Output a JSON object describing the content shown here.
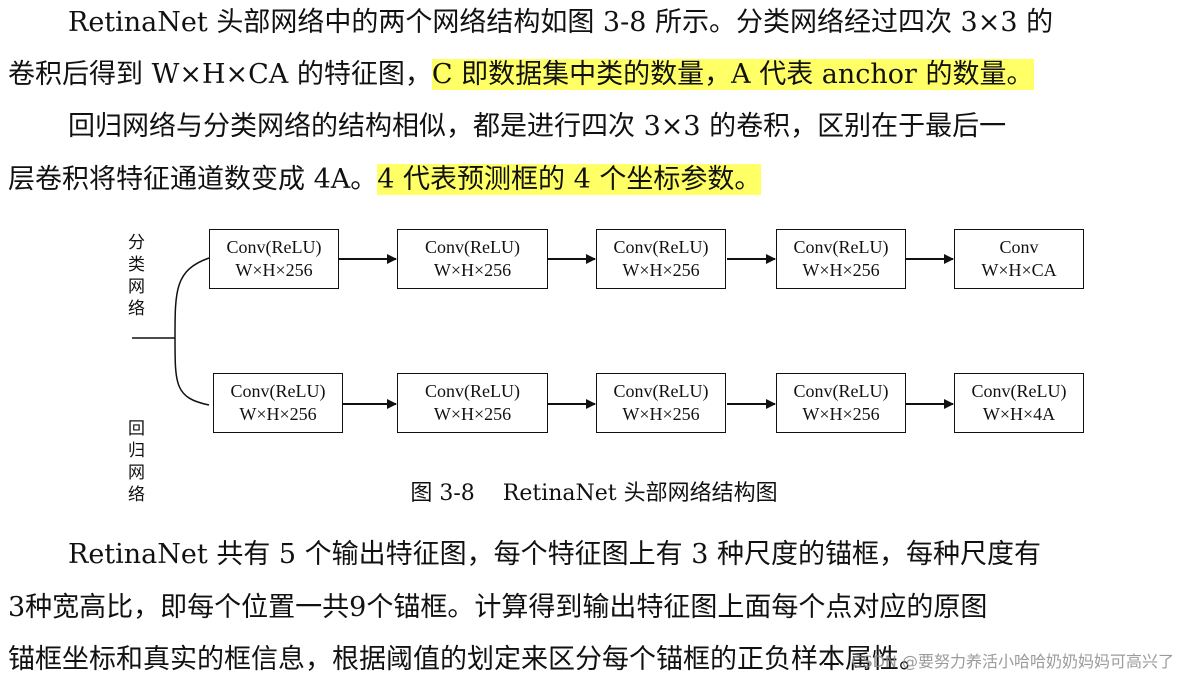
{
  "para1": {
    "line1": "RetinaNet 头部网络中的两个网络结构如图 3-8 所示。分类网络经过四次 3×3 的",
    "line2_plain": "卷积后得到 W×H×CA 的特征图，",
    "line2_highlight": "C 即数据集中类的数量，A 代表 anchor 的数量。"
  },
  "para2": {
    "line1": "回归网络与分类网络的结构相似，都是进行四次 3×3 的卷积，区别在于最后一",
    "line2_plain": "层卷积将特征通道数变成 4A。",
    "line2_highlight": "4 代表预测框的 4 个坐标参数。"
  },
  "figure": {
    "branch_top_label": "分类网络",
    "branch_bottom_label": "回归网络",
    "top_row": [
      {
        "l1": "Conv(ReLU)",
        "l2": "W×H×256"
      },
      {
        "l1": "Conv(ReLU)",
        "l2": "W×H×256"
      },
      {
        "l1": "Conv(ReLU)",
        "l2": "W×H×256"
      },
      {
        "l1": "Conv(ReLU)",
        "l2": "W×H×256"
      },
      {
        "l1": "Conv",
        "l2": "W×H×CA"
      }
    ],
    "bottom_row": [
      {
        "l1": "Conv(ReLU)",
        "l2": "W×H×256"
      },
      {
        "l1": "Conv(ReLU)",
        "l2": "W×H×256"
      },
      {
        "l1": "Conv(ReLU)",
        "l2": "W×H×256"
      },
      {
        "l1": "Conv(ReLU)",
        "l2": "W×H×256"
      },
      {
        "l1": "Conv(ReLU)",
        "l2": "W×H×4A"
      }
    ],
    "caption_number": "图 3-8",
    "caption_text": "RetinaNet 头部网络结构图"
  },
  "para3": {
    "line1": "RetinaNet 共有 5 个输出特征图，每个特征图上有 3 种尺度的锚框，每种尺度有",
    "line2": "3种宽高比，即每个位置一共9个锚框。计算得到输出特征图上面每个点对应的原图",
    "line3": "锚框坐标和真实的框信息，根据阈值的划定来区分每个锚框的正负样本属性。"
  },
  "watermark": "CSDN @要努力养活小哈哈奶奶妈妈可高兴了",
  "colors": {
    "highlight": "#ffff66"
  }
}
